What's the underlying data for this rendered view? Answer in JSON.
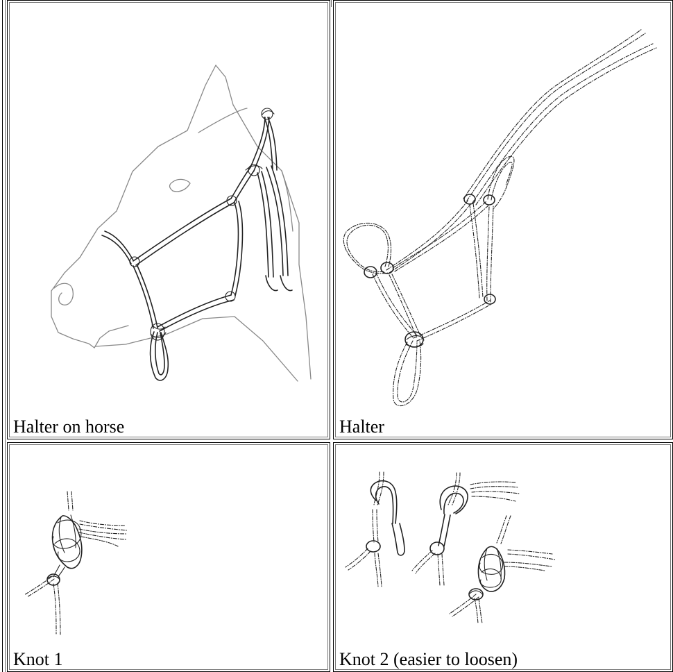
{
  "figures": [
    {
      "caption": "Halter on horse",
      "icon": "horse-halter-illustration"
    },
    {
      "caption": "Halter",
      "icon": "rope-halter-illustration"
    },
    {
      "caption": "Knot 1",
      "icon": "knot-illustration"
    },
    {
      "caption": "Knot 2 (easier to loosen)",
      "icon": "knot-sequence-illustration"
    }
  ]
}
